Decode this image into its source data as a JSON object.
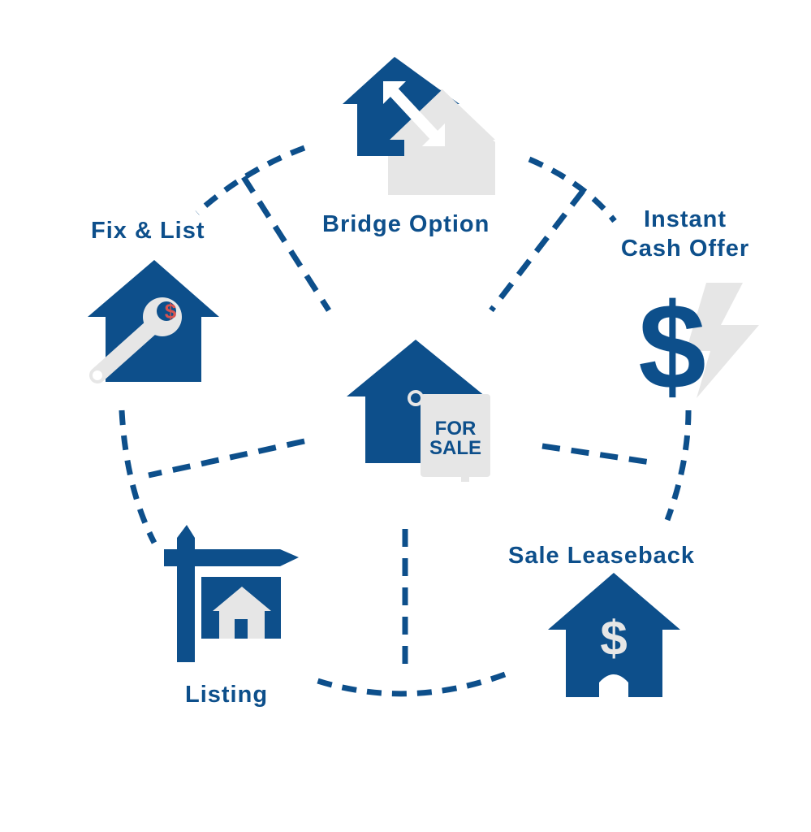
{
  "colors": {
    "primary": "#0d4f8b",
    "secondary": "#e6e6e6",
    "accent": "#d9534f",
    "background": "#ffffff"
  },
  "center": {
    "icon": "for-sale-house-icon",
    "sign_line1": "FOR",
    "sign_line2": "SALE"
  },
  "options": [
    {
      "id": "bridge-option",
      "label": "Bridge Option",
      "icon": "bridge-houses-icon"
    },
    {
      "id": "instant-cash-offer",
      "label_line1": "Instant",
      "label_line2": "Cash Offer",
      "icon": "dollar-lightning-icon"
    },
    {
      "id": "sale-leaseback",
      "label": "Sale Leaseback",
      "icon": "house-dollar-icon"
    },
    {
      "id": "listing",
      "label": "Listing",
      "icon": "listing-sign-icon"
    },
    {
      "id": "fix-and-list",
      "label": "Fix & List",
      "icon": "house-wrench-icon"
    }
  ]
}
